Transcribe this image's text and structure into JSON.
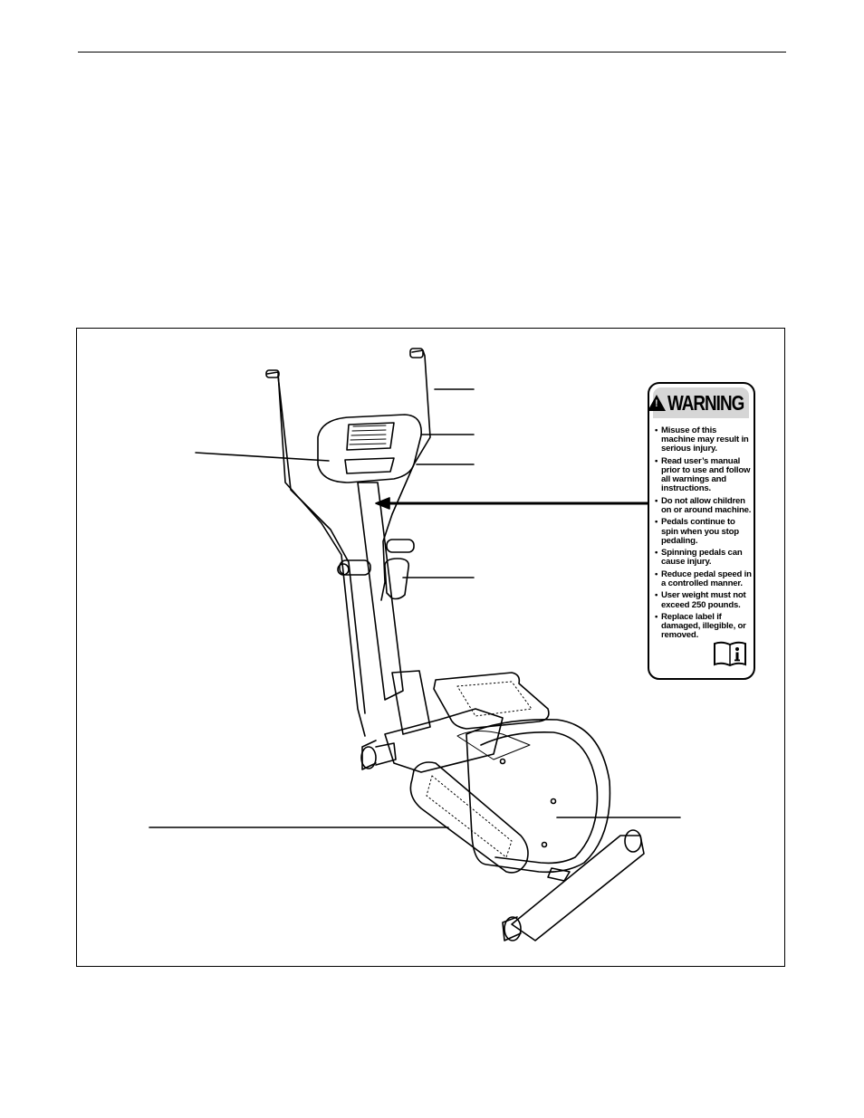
{
  "warning_label": {
    "heading": "WARNING",
    "items": [
      "Misuse of this machine may result in serious injury.",
      "Read user’s manual prior to use and follow all warnings and instructions.",
      "Do not allow children on or around machine.",
      "Pedals continue to spin when you stop pedaling.",
      "Spinning pedals can cause injury.",
      "Reduce pedal speed in a controlled manner.",
      "User weight must not exceed 250 pounds.",
      "Replace label if damaged, illegible, or removed."
    ],
    "icon": "manual-info-icon"
  },
  "colors": {
    "ink": "#000000",
    "label_header": "#d6d6d6"
  }
}
